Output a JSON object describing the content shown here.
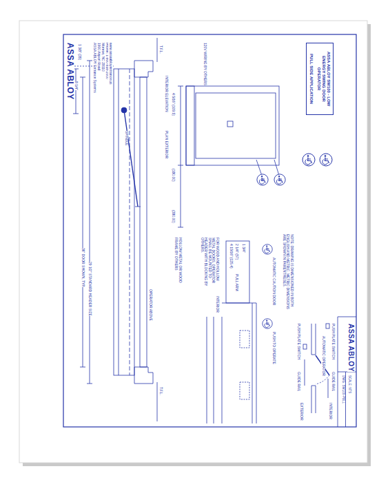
{
  "diagram": {
    "nodes": [
      {
        "text": [
          "ASSA ABLOY SW100 - LOW ENERGY SWING DOOR OPERATOR",
          "PULL SIDE APPLICATION"
        ]
      }
    ],
    "labels": [
      "ASSA ABLOY",
      "ASSA ABLOY Entrance Systems",
      "1900 Airport Road",
      "Monroe, NC 28110",
      "Phone: 1-800-838-2000",
      "www.assaabloyentrance.us",
      "1 3/8\" (35)",
      "8 1/4\"",
      "36\" DOOR SHOWN, TYP.",
      "29 1/2\" STANDARD HEADER SIZE",
      "T.F.L.",
      "T.F.L.",
      "SPINDLE",
      "OPERATOR ABOVE",
      "INTERIOR ELEVATION",
      "PLAN EXTERIOR",
      "4 5/16\" (109.5)",
      "(180.00)",
      "(380.00)",
      "120V WIRING BY OTHERS",
      "HOLLOW METAL OR WOOD FRAME BY OTHERS",
      "FOR WOOD AND HOLLOW METAL DOORS, OPERATOR SHALL BE MOUNTED TO HEADER WITH BLOCKING BY OTHERS.",
      "INTERIOR",
      "4 15/16\" (125.4)",
      "2 1/4\" (57)",
      "PULL ARM",
      "1 3/4\"",
      "NOTE: DRAWING IS DIMENSIONED IN BOTH ENGLISH AND METRIC. METRIC DIMENSIONS ARE SHOWN IN PARENTHESES.",
      "AUTOMATIC CAUTION DOOR",
      "PUSH TO OPERATE",
      "EXTERIOR",
      "INTERIOR",
      "PUSH PLATE SWITCH",
      "PUSH PLATE SWITCH",
      "GUIDE RAIL",
      "GUIDE RAIL",
      "AUTOMATIC OPERATOR",
      "ASSA ABLOY",
      "DWG: SW100-PULL",
      "SCALE: NTS"
    ]
  }
}
